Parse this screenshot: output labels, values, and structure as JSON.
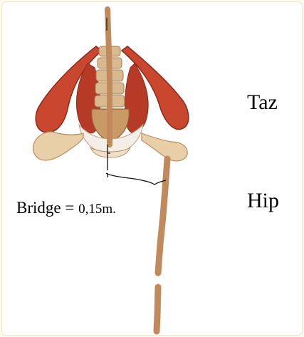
{
  "labels": {
    "taz": "Taz",
    "hip": "Hip",
    "bridge_prefix": "Bridge = ",
    "bridge_value": "0,15m."
  },
  "colors": {
    "muscle": "#c9462f",
    "muscle_dark": "#8e2a1a",
    "bone": "#e8cfa8",
    "bone_dark": "#b98d5f",
    "line": "#c18a5c"
  }
}
